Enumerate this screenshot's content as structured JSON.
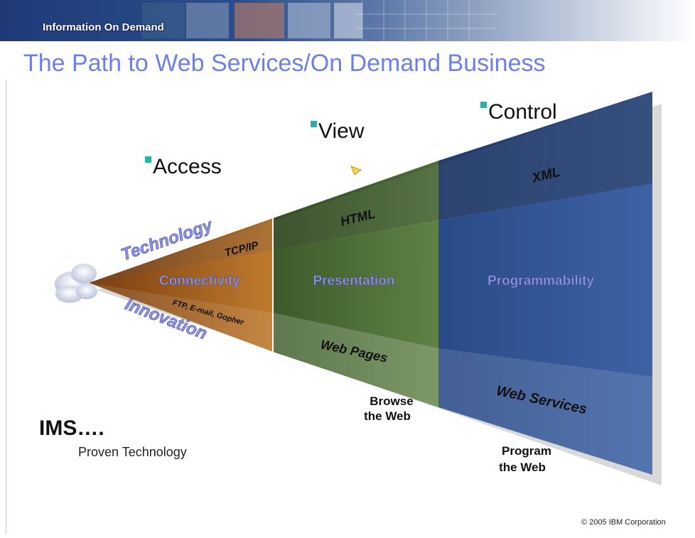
{
  "banner": {
    "logo_text": "Information On Demand"
  },
  "title": "The Path to Web Services/On Demand Business",
  "stages": [
    {
      "bullet": "Access",
      "core": "Connectivity",
      "top": "TCP/IP",
      "bottom": "FTP, E-mail, Gopher",
      "color": "#a0581f"
    },
    {
      "bullet": "View",
      "core": "Presentation",
      "top": "HTML",
      "bottom": "Web Pages",
      "color": "#4a6a35"
    },
    {
      "bullet": "Control",
      "core": "Programmability",
      "top": "XML",
      "bottom": "Web Services",
      "color": "#2e4d8a"
    }
  ],
  "axis_labels": {
    "technology": "Technology",
    "innovation": "Innovation"
  },
  "captions": {
    "browse": [
      "Browse",
      "the Web"
    ],
    "program": [
      "Program",
      "the Web"
    ]
  },
  "ims": "IMS….",
  "proven": "Proven Technology",
  "copyright": "© 2005 IBM Corporation",
  "colors": {
    "title": "#6d7fe8",
    "bullet": "#2ab0a8",
    "label_lavender": "#8a94ec"
  },
  "icons": [
    "cloud-icon",
    "arrow-cursor-icon"
  ]
}
